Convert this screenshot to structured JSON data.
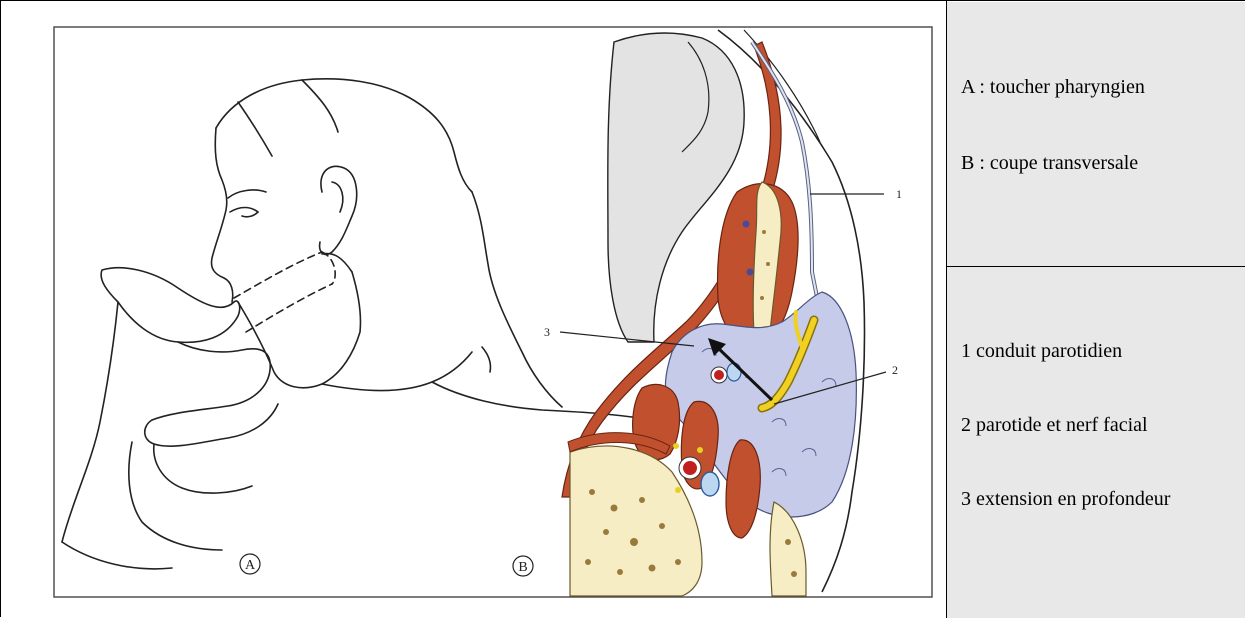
{
  "figure": {
    "panel_a_marker": "A",
    "panel_b_marker": "B",
    "callouts": [
      "1",
      "2",
      "3"
    ]
  },
  "legend_panels": {
    "A": "A : toucher pharyngien",
    "B": "B : coupe transversale"
  },
  "legend_numbers": [
    "1 conduit parotidien",
    "2 parotide et nerf facial",
    "3 extension en profondeur"
  ],
  "colors": {
    "caption_background": "#e8e8e8",
    "muscle": "#c0502e",
    "gland": "#c5cbe8",
    "bone": "#f6edc4",
    "nerve": "#f0d020"
  }
}
